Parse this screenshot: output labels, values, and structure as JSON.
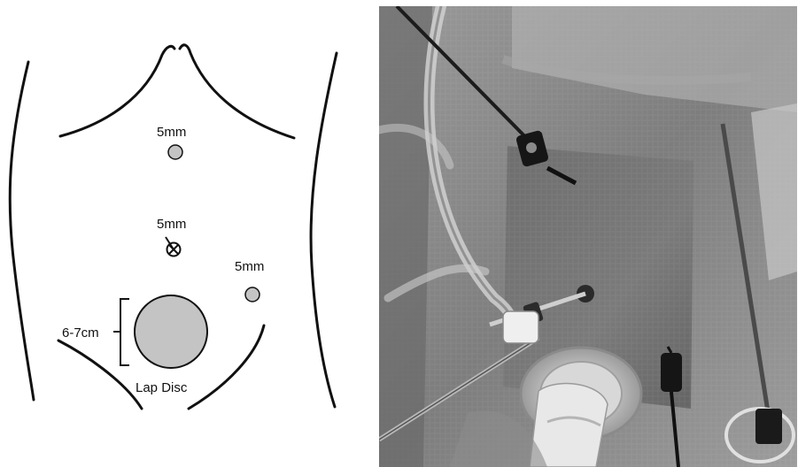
{
  "diagram": {
    "port_upper_label": "5mm",
    "port_umbilical_label": "5mm",
    "port_left_label": "5mm",
    "disc_size_label": "6-7cm",
    "disc_name_label": "Lap Disc"
  },
  "colors": {
    "port_fill": "#c4c4c4",
    "outline": "#111111",
    "photo_background": "#8a8a8a"
  },
  "photo": {
    "content": "grayscale-intraoperative-photograph"
  }
}
